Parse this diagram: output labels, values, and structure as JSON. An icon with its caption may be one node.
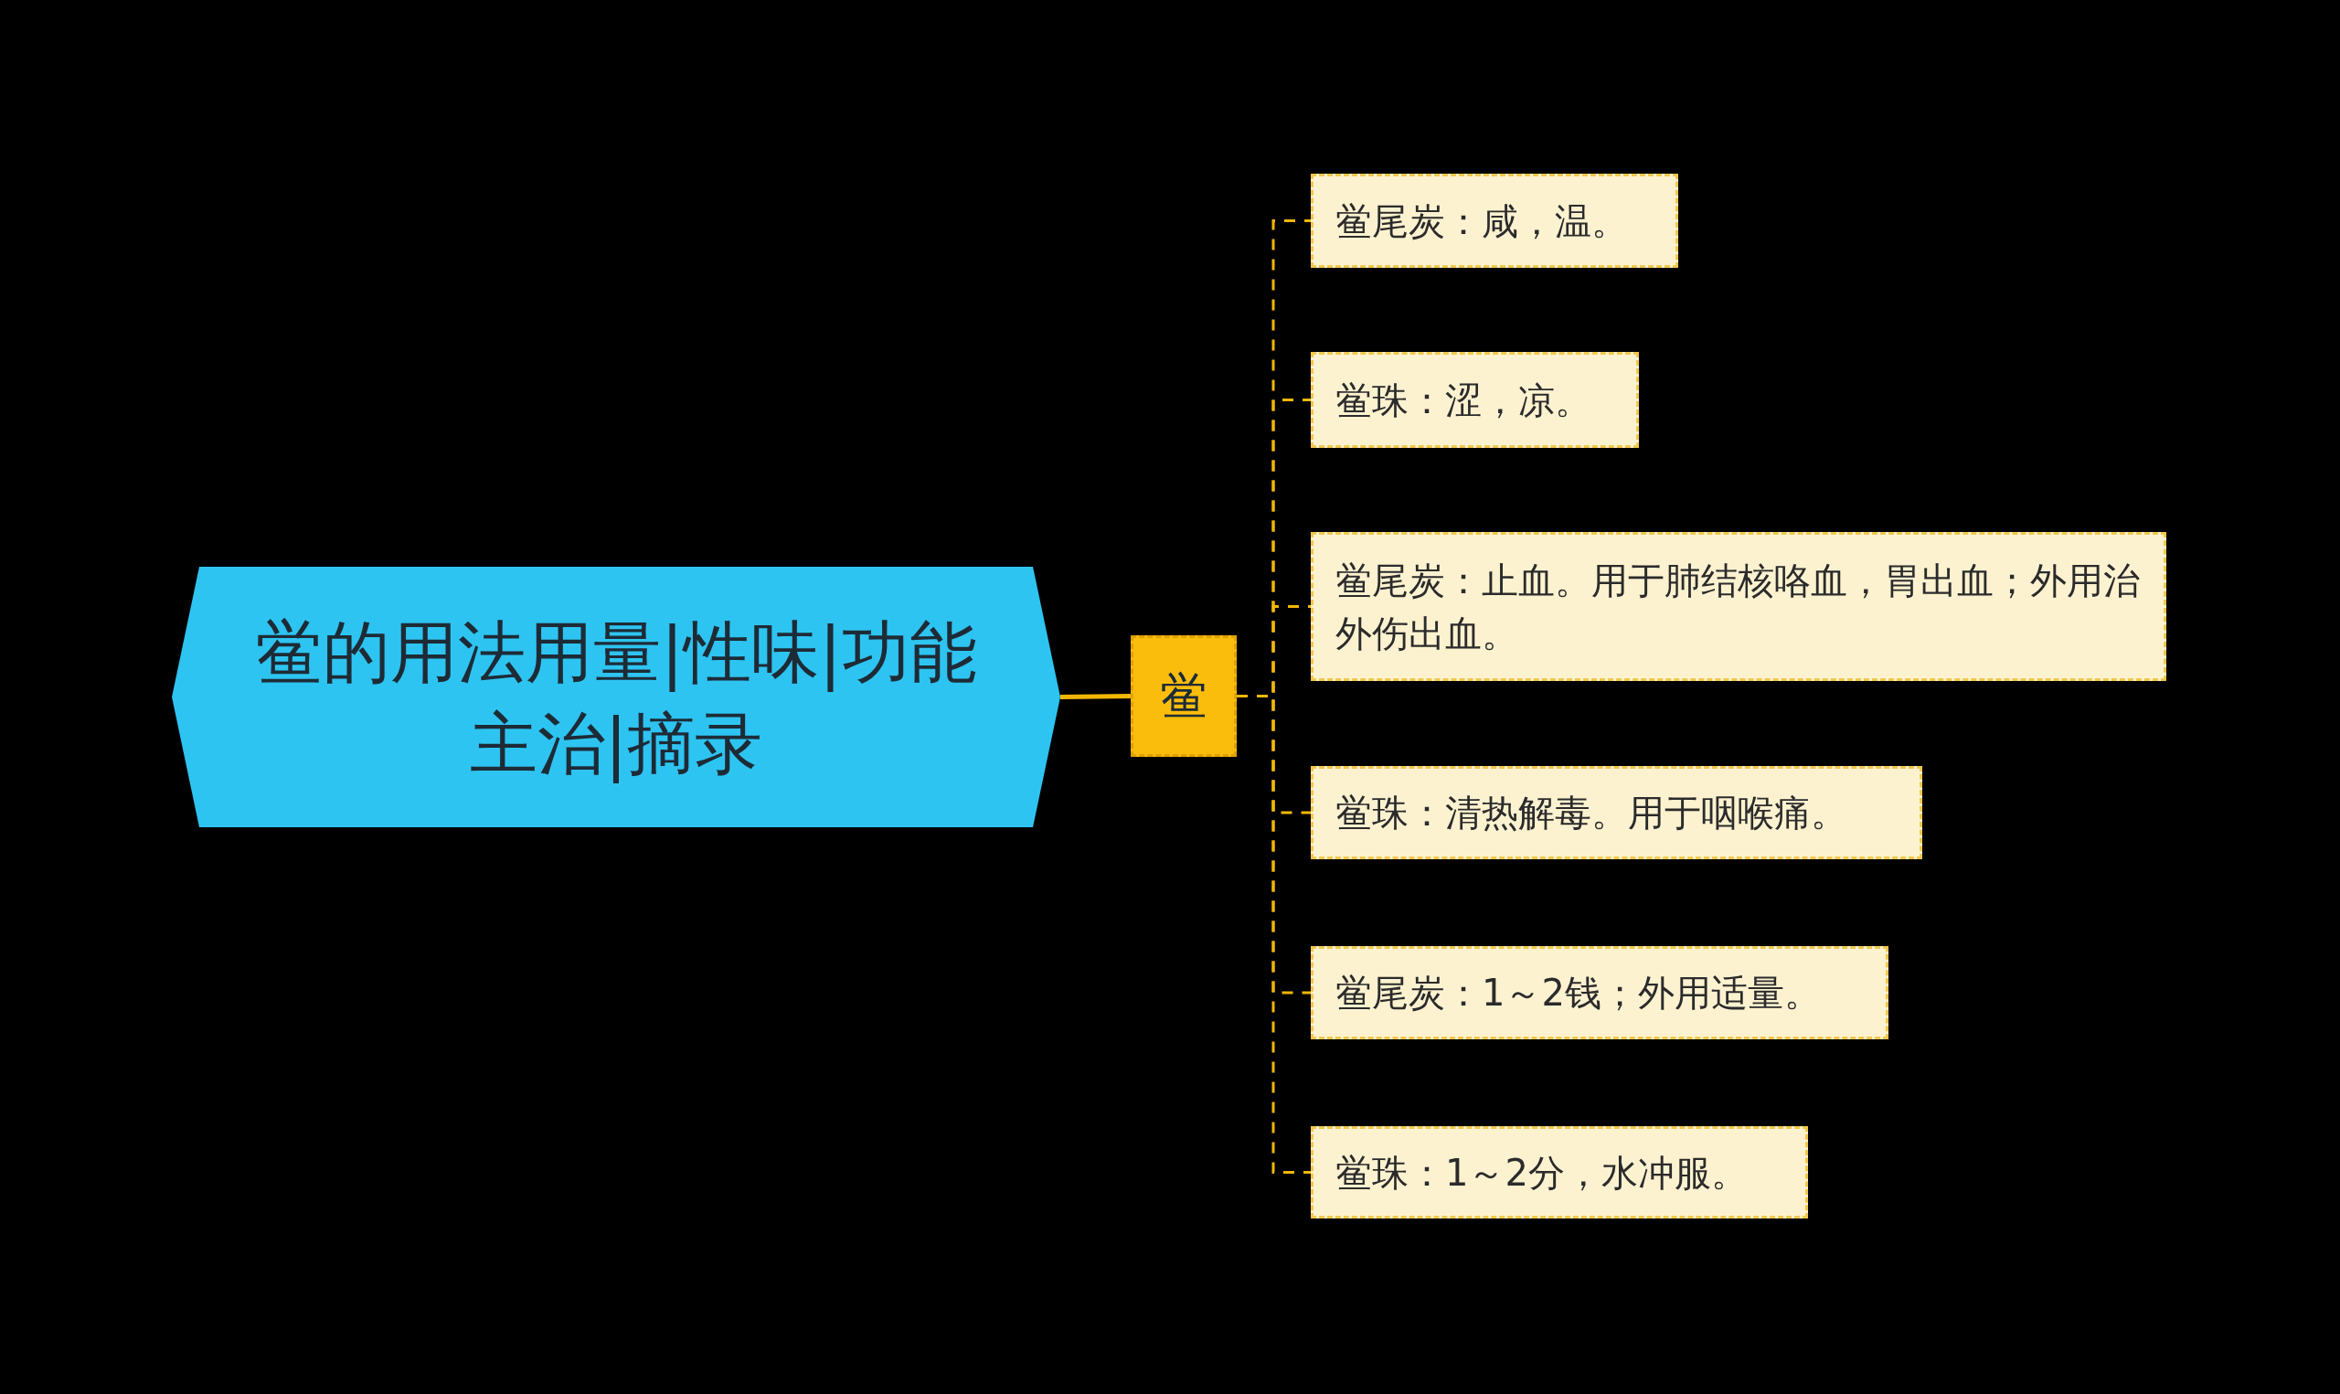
{
  "diagram": {
    "nodes": [
      {
        "text": [
          "鲎的用法用量|性味|功能主治|摘录"
        ]
      },
      {
        "text": [
          "鲎"
        ]
      },
      {
        "text": [
          "鲎尾炭：咸，温。"
        ]
      },
      {
        "text": [
          "鲎珠：涩，凉。"
        ]
      },
      {
        "text": [
          "鲎尾炭：止血。用于肺结核咯血，胃出血；外用治外伤出血。"
        ]
      },
      {
        "text": [
          "鲎珠：清热解毒。用于咽喉痛。"
        ]
      },
      {
        "text": [
          "鲎尾炭：1～2钱；外用适量。"
        ]
      },
      {
        "text": [
          "鲎珠：1～2分，水冲服。"
        ]
      }
    ],
    "edges": [
      {
        "from": 0,
        "to": 1,
        "arrow": "none"
      },
      {
        "from": 1,
        "to": 2,
        "arrow": "none",
        "style": "dashed"
      },
      {
        "from": 1,
        "to": 3,
        "arrow": "none",
        "style": "dashed"
      },
      {
        "from": 1,
        "to": 4,
        "arrow": "none",
        "style": "dashed"
      },
      {
        "from": 1,
        "to": 5,
        "arrow": "none",
        "style": "dashed"
      },
      {
        "from": 1,
        "to": 6,
        "arrow": "none",
        "style": "dashed"
      },
      {
        "from": 1,
        "to": 7,
        "arrow": "none",
        "style": "dashed"
      }
    ]
  }
}
